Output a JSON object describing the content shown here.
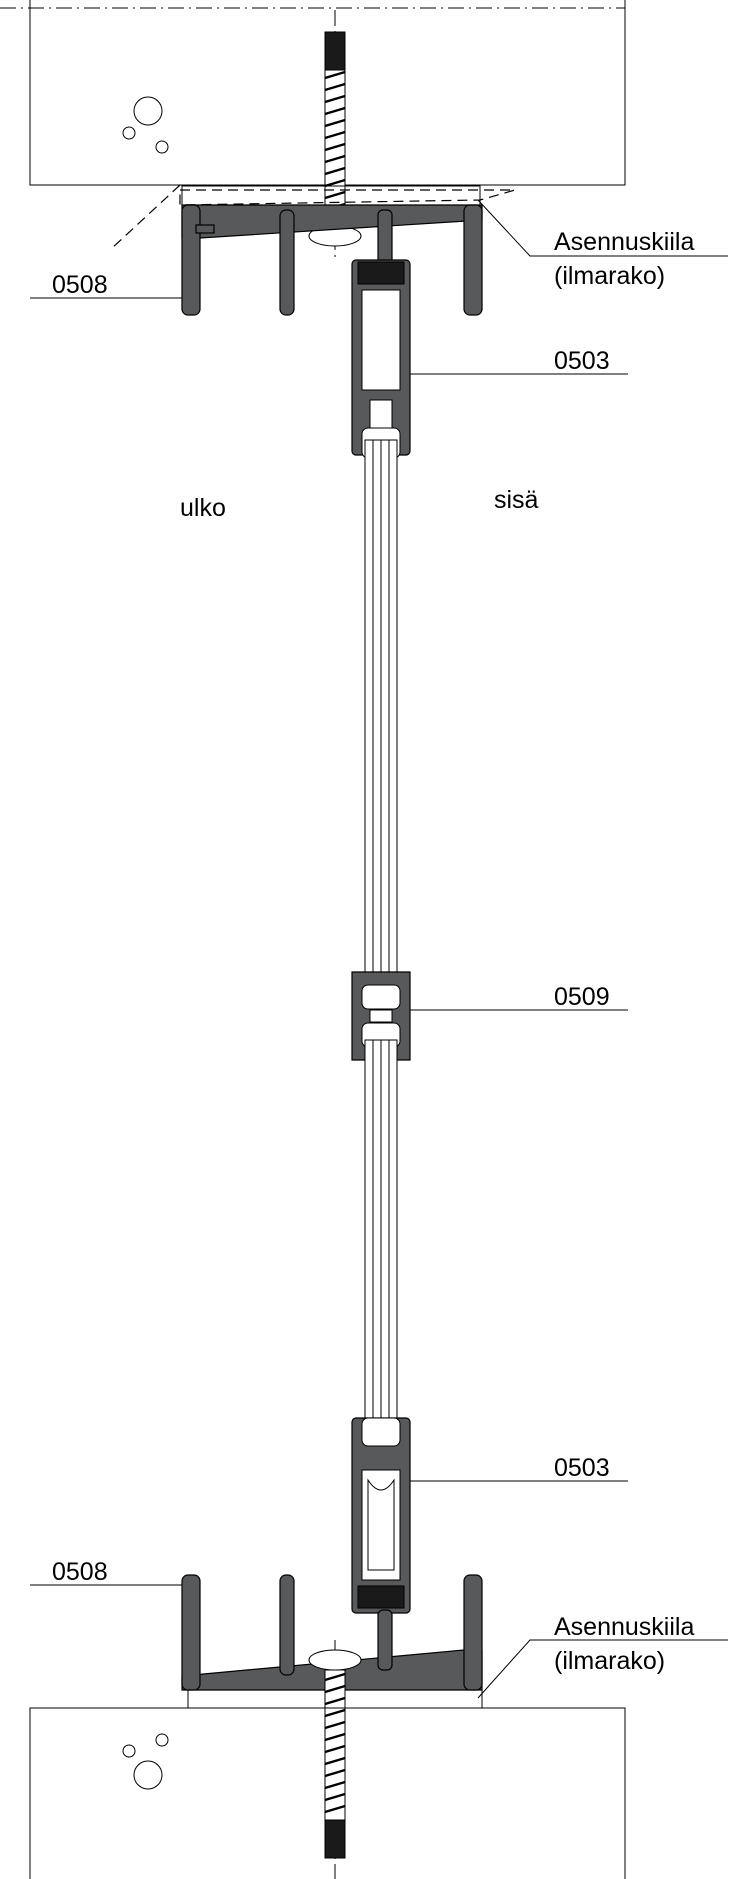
{
  "labels": {
    "profile_top_rail": "0508",
    "profile_top_frame": "0503",
    "profile_middle_joint": "0509",
    "profile_bottom_frame": "0503",
    "profile_bottom_rail": "0508",
    "wedge_top_line1": "Asennuskiila",
    "wedge_top_line2": "(ilmarako)",
    "wedge_bottom_line1": "Asennuskiila",
    "wedge_bottom_line2": "(ilmarako)",
    "outside": "ulko",
    "inside": "sisä"
  },
  "colors": {
    "profile_fill": "#58595b",
    "line": "#000000",
    "background": "#ffffff"
  }
}
